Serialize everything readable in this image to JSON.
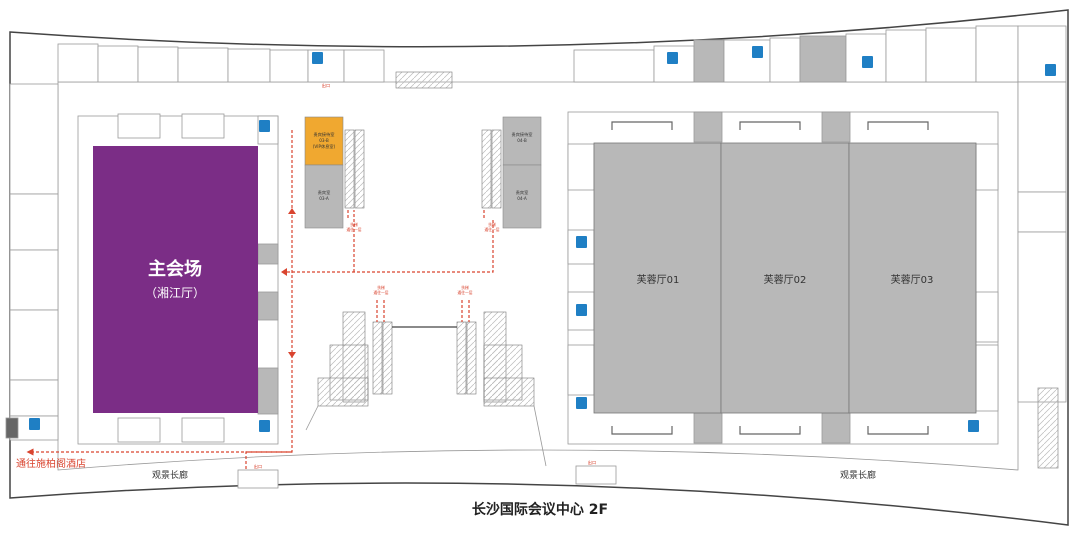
{
  "map": {
    "main_hall": {
      "title": "主会场",
      "subtitle": "（湘江厅）"
    },
    "halls": [
      "芙蓉厅01",
      "芙蓉厅02",
      "芙蓉厅03"
    ],
    "corridor_labels": [
      "观景长廊",
      "观景长廊"
    ],
    "route_label": "通往施柏阁酒店",
    "footer_title": "长沙国际会议中心 2F",
    "small_labels": {
      "vip_room_line1": "贵宾接待室",
      "vip_room_line2": "03-B",
      "vip_room_line3": "(VIP休息室)",
      "left_room_line1": "贵宾室",
      "left_room_line2": "03-A",
      "right_room_top_line1": "贵宾接待室",
      "right_room_top_line2": "04-B",
      "right_room_bottom_line1": "贵宾室",
      "right_room_bottom_line2": "04-A",
      "escalator_note_a_line1": "扶梯",
      "escalator_note_a_line2": "通往一层",
      "escalator_note_b_line1": "扶梯",
      "escalator_note_b_line2": "通往一层",
      "escalator_note_c_line1": "扶梯",
      "escalator_note_c_line2": "通往一层",
      "escalator_note_d_line1": "扶梯",
      "escalator_note_d_line2": "通往一层",
      "exit_top": "出口",
      "exit_bottom_left": "出口",
      "exit_bottom_right": "出口"
    },
    "colors": {
      "main_hall": "#7b2d86",
      "vip_room": "#f0a830",
      "gray_room": "#b8b8b8",
      "route": "#d9442f",
      "outline": "#444444",
      "wall": "#555555",
      "restroom": "#1f7fc4"
    }
  }
}
